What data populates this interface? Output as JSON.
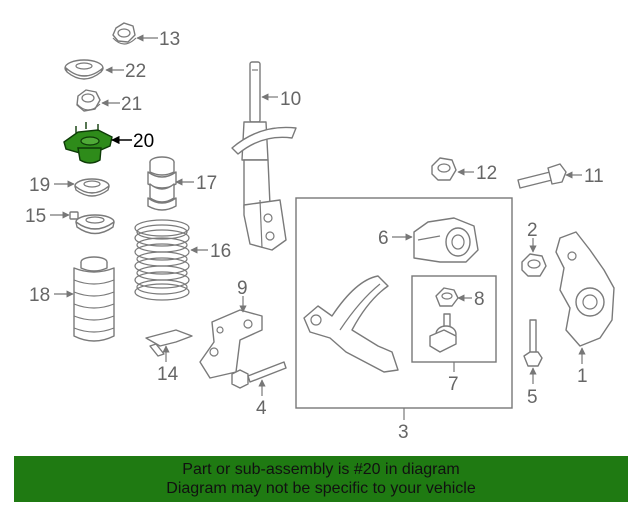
{
  "highlight_color": "#2e8b1a",
  "banner_color": "#1f7a12",
  "callouts": [
    {
      "id": "c1",
      "label": "1"
    },
    {
      "id": "c2",
      "label": "2"
    },
    {
      "id": "c3",
      "label": "3"
    },
    {
      "id": "c4",
      "label": "4"
    },
    {
      "id": "c5",
      "label": "5"
    },
    {
      "id": "c6",
      "label": "6"
    },
    {
      "id": "c7",
      "label": "7"
    },
    {
      "id": "c8",
      "label": "8"
    },
    {
      "id": "c9",
      "label": "9"
    },
    {
      "id": "c10",
      "label": "10"
    },
    {
      "id": "c11",
      "label": "11"
    },
    {
      "id": "c12",
      "label": "12"
    },
    {
      "id": "c13",
      "label": "13"
    },
    {
      "id": "c14",
      "label": "14"
    },
    {
      "id": "c15",
      "label": "15"
    },
    {
      "id": "c16",
      "label": "16"
    },
    {
      "id": "c17",
      "label": "17"
    },
    {
      "id": "c18",
      "label": "18"
    },
    {
      "id": "c19",
      "label": "19"
    },
    {
      "id": "c20",
      "label": "20"
    },
    {
      "id": "c21",
      "label": "21"
    },
    {
      "id": "c22",
      "label": "22"
    }
  ],
  "banner": {
    "line1": "Part or sub-assembly is #20 in diagram",
    "line2": "Diagram may not be specific to your vehicle"
  }
}
